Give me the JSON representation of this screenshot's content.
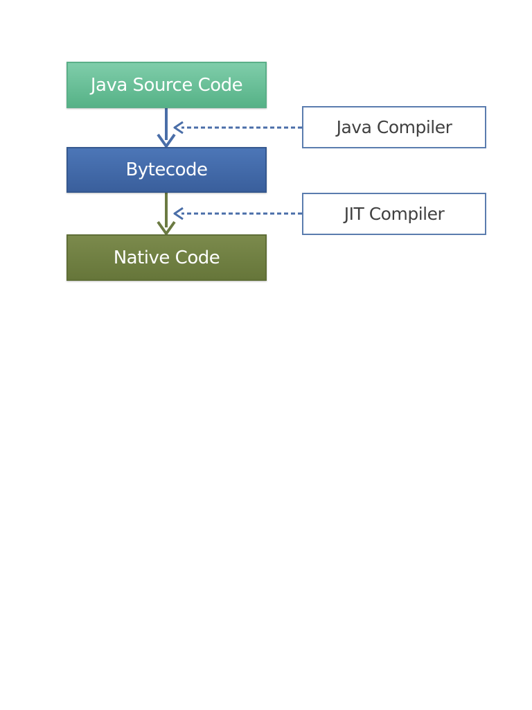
{
  "diagram": {
    "stages": {
      "source": "Java Source Code",
      "bytecode": "Bytecode",
      "native": "Native Code"
    },
    "tools": {
      "java_compiler": "Java Compiler",
      "jit_compiler": "JIT Compiler"
    },
    "colors": {
      "source": "#6cc09b",
      "bytecode": "#436aa9",
      "native": "#718143",
      "tool_border": "#5a7cae",
      "arrow_blue": "#4a6ea8",
      "arrow_green": "#6b7a42"
    }
  }
}
